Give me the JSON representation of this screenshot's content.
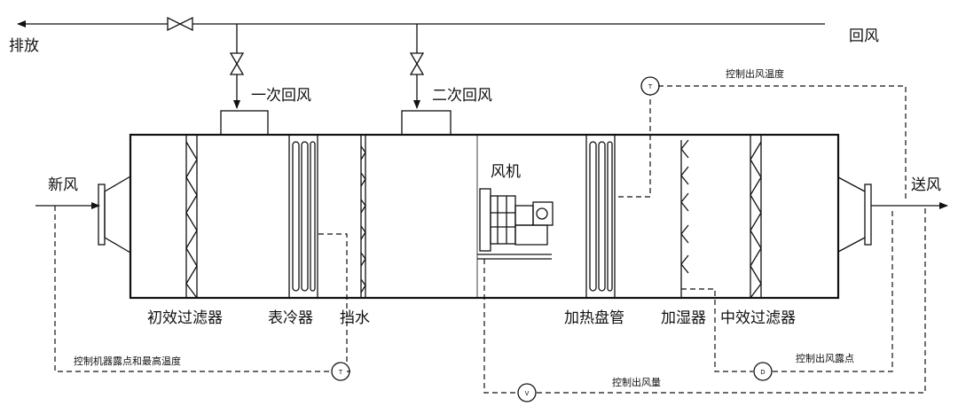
{
  "labels": {
    "exhaust": "排放",
    "return_air": "回风",
    "primary_return": "一次回风",
    "secondary_return": "二次回风",
    "fresh_air": "新风",
    "supply_air": "送风",
    "fan": "风机",
    "primary_filter": "初效过滤器",
    "cooling_coil": "表冷器",
    "eliminator": "挡水",
    "heating_coil": "加热盘管",
    "humidifier": "加湿器",
    "medium_filter": "中效过滤器"
  },
  "controls": {
    "supply_temp": "控制出风温度",
    "dewpoint_max_temp": "控制机器露点和最高温度",
    "supply_dewpoint": "控制出风露点",
    "supply_volume": "控制出风量"
  },
  "sensors": {
    "t_top": "T",
    "t_bottom": "T",
    "d": "D",
    "v": "V"
  }
}
